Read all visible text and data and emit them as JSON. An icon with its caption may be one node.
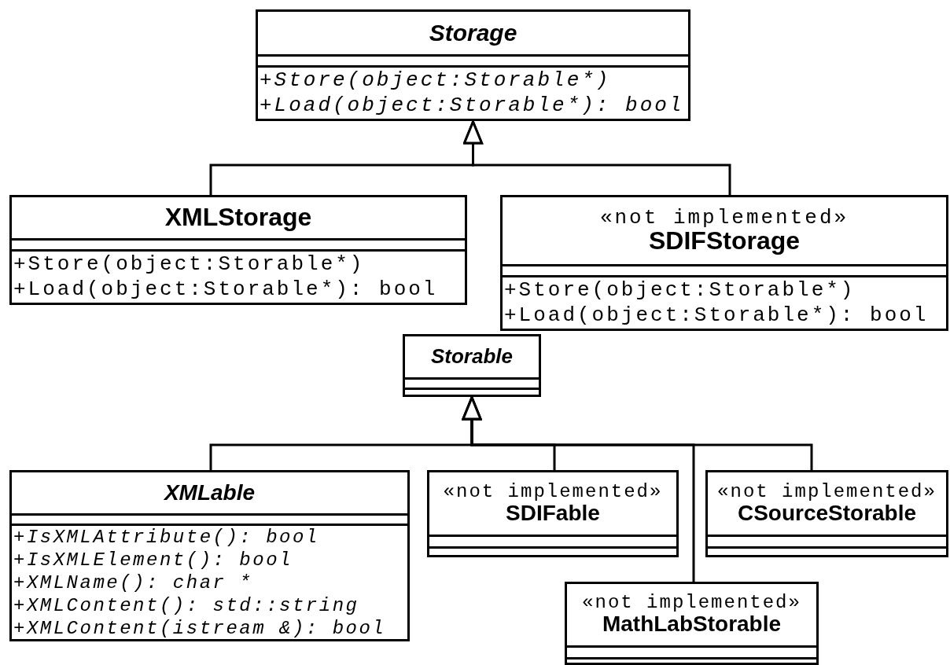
{
  "diagram": {
    "nodes": [
      {
        "text": [
          "Storage",
          "+Store(object:Storable*)",
          "+Load(object:Storable*): bool"
        ]
      },
      {
        "text": [
          "XMLStorage",
          "+Store(object:Storable*)",
          "+Load(object:Storable*): bool"
        ]
      },
      {
        "text": [
          "«not implemented»",
          "SDIFStorage",
          "+Store(object:Storable*)",
          "+Load(object:Storable*): bool"
        ]
      },
      {
        "text": [
          "Storable"
        ]
      },
      {
        "text": [
          "XMLable",
          "+IsXMLAttribute(): bool",
          "+IsXMLElement(): bool",
          "+XMLName(): char *",
          "+XMLContent(): std::string",
          "+XMLContent(istream &): bool"
        ]
      },
      {
        "text": [
          "«not implemented»",
          "SDIFable"
        ]
      },
      {
        "text": [
          "«not implemented»",
          "CSourceStorable"
        ]
      },
      {
        "text": [
          "«not implemented»",
          "MathLabStorable"
        ]
      }
    ],
    "edges": [
      {
        "from": 1,
        "to": 0,
        "arrow": "to"
      },
      {
        "from": 2,
        "to": 0,
        "arrow": "to"
      },
      {
        "from": 4,
        "to": 3,
        "arrow": "to"
      },
      {
        "from": 5,
        "to": 3,
        "arrow": "to"
      },
      {
        "from": 7,
        "to": 3,
        "arrow": "to"
      },
      {
        "from": 6,
        "to": 3,
        "arrow": "to"
      }
    ]
  }
}
